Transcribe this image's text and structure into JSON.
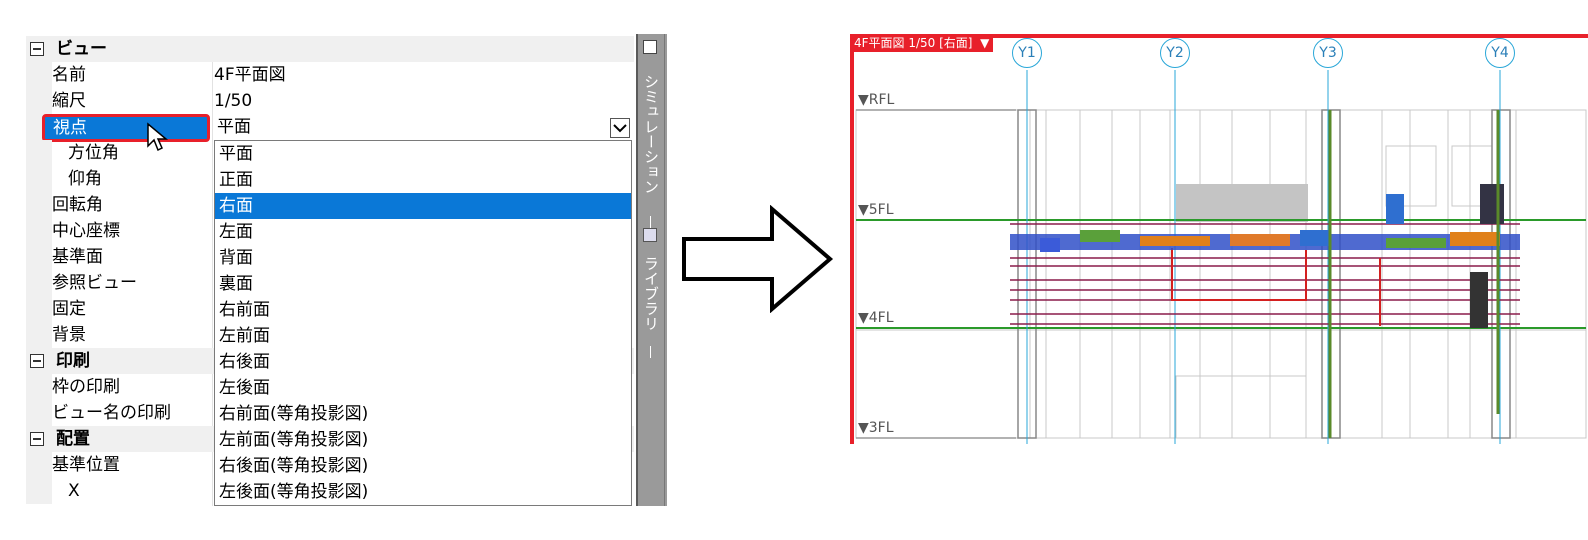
{
  "properties": {
    "category_view": "ビュー",
    "name_label": "名前",
    "name_value": "4F平面図",
    "scale_label": "縮尺",
    "scale_value": "1/50",
    "viewpoint_label": "視点",
    "viewpoint_value": "平面",
    "azimuth_label": "方位角",
    "elevation_label": "仰角",
    "rotation_label": "回転角",
    "center_label": "中心座標",
    "base_label": "基準面",
    "ref_view_label": "参照ビュー",
    "fixed_label": "固定",
    "background_label": "背景",
    "category_print": "印刷",
    "frame_print_label": "枠の印刷",
    "viewname_print_label": "ビュー名の印刷",
    "category_layout": "配置",
    "base_pos_label": "基準位置",
    "x_label": "X"
  },
  "dropdown": {
    "selected": "右面",
    "options": [
      "平面",
      "正面",
      "右面",
      "左面",
      "背面",
      "裏面",
      "右前面",
      "左前面",
      "右後面",
      "左後面",
      "右前面(等角投影図)",
      "左前面(等角投影図)",
      "右後面(等角投影図)",
      "左後面(等角投影図)"
    ]
  },
  "side_dock": {
    "simulation_label": "シミュレーション",
    "library_label": "ライブラリ"
  },
  "elevation": {
    "view_tag": "4F平面図 1/50 [右面]",
    "levels": [
      "▼RFL",
      "▼5FL",
      "▼4FL",
      "▼3FL"
    ],
    "grids": [
      "Y1",
      "Y2",
      "Y3",
      "Y4"
    ]
  },
  "colors": {
    "selection_blue": "#0a78d7",
    "highlight_red": "#e8202a",
    "level_green": "#2a9a2a",
    "grid_cyan": "#2aa7d8"
  }
}
